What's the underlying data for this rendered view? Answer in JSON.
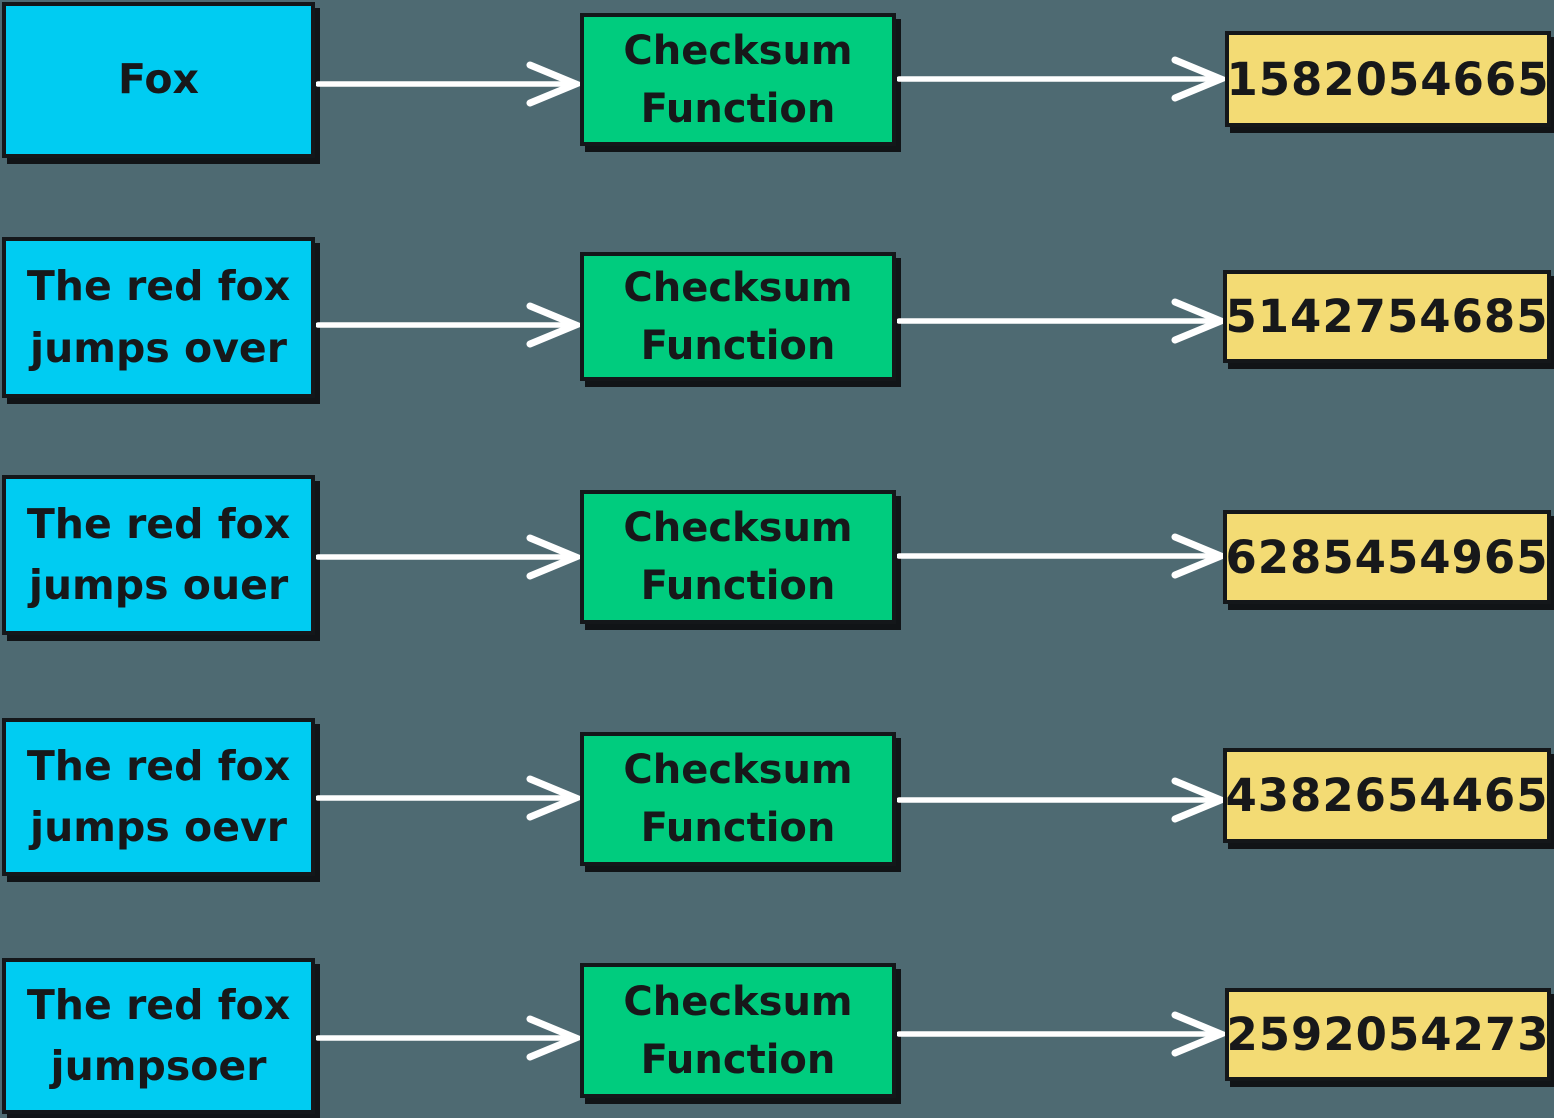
{
  "diagram": {
    "description": "Checksum function diagram: similar input strings produce different checksums",
    "background_color": "#4E6A72",
    "colors": {
      "input_box_fill": "#00CCF2",
      "function_box_fill": "#00CC7E",
      "output_box_fill": "#F3DB74",
      "box_border": "#14171A",
      "text": "#17181A",
      "arrow": "#FFFFFF"
    },
    "function_label": {
      "line1": "Checksum",
      "line2": "Function"
    },
    "rows": [
      {
        "input_lines": [
          "Fox"
        ],
        "output": "1582054665"
      },
      {
        "input_lines": [
          "The red fox",
          "jumps over"
        ],
        "output": "5142754685"
      },
      {
        "input_lines": [
          "The red fox",
          "jumps ouer"
        ],
        "output": "6285454965"
      },
      {
        "input_lines": [
          "The red fox",
          "jumps oevr"
        ],
        "output": "4382654465"
      },
      {
        "input_lines": [
          "The red fox",
          "jumpsoer"
        ],
        "output": "2592054273"
      }
    ]
  }
}
